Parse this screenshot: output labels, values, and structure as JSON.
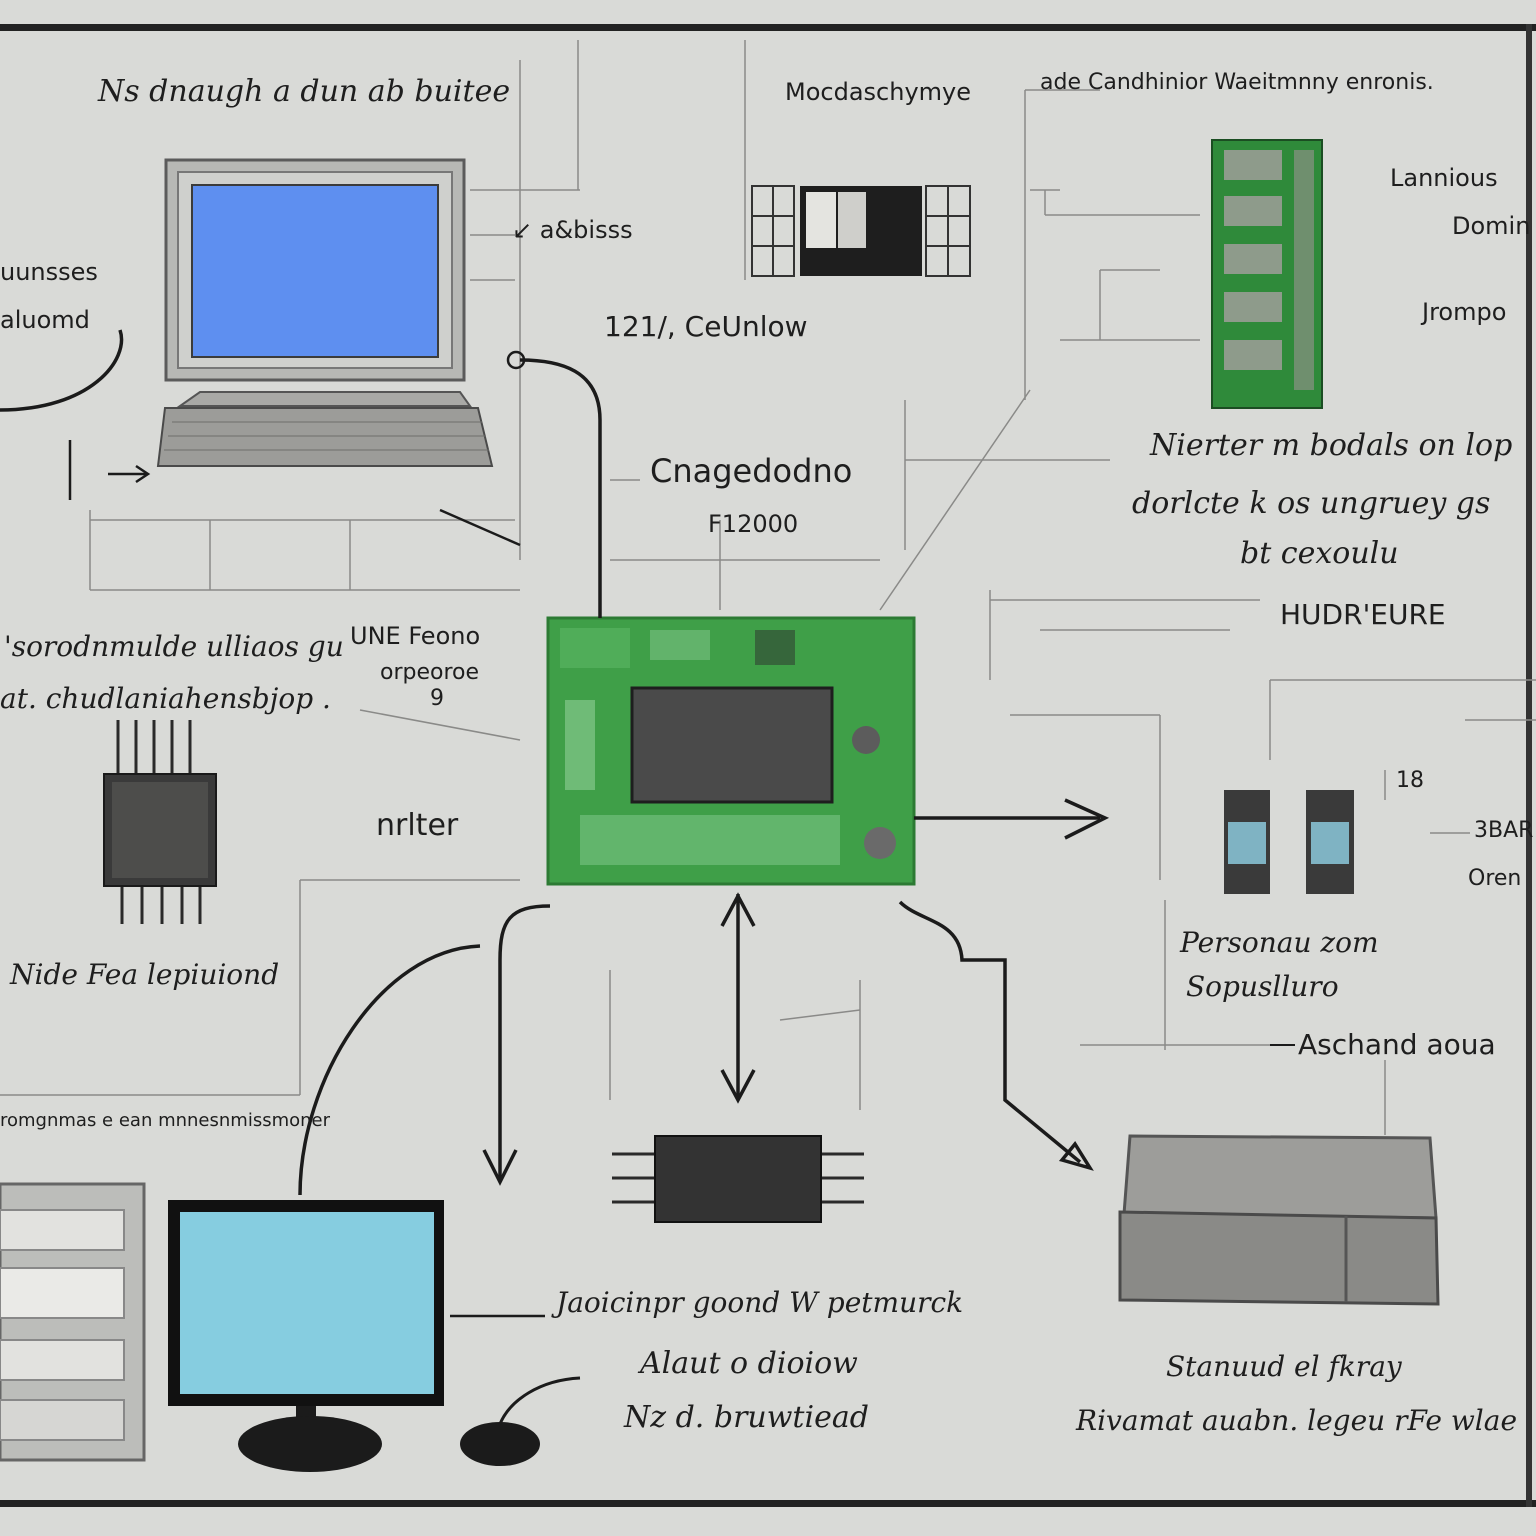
{
  "labels": {
    "top_left_title": "Ns dnaugh a dun ab buitee",
    "top_center_title": "Mocdaschymye",
    "top_right_title": "ade Candhinior Waeitmnny enronis.",
    "abisss": "↙ a&bisss",
    "left_cut_1": "uunsses",
    "left_cut_2": "aluomd",
    "code_1217": "121/, CeUnlow",
    "right_label_1": "Lannious",
    "right_label_2": "Domin",
    "right_label_3": "Jrompo",
    "center_label": "Cnagedodno",
    "center_sub": "F12000",
    "right_desc_1": "Nierter m bodals on lop",
    "right_desc_2": "dorlcte k os ungruey gs",
    "right_desc_3": "bt cexoulu",
    "hdr_label": "HUDR'EURE",
    "left_desc_1": "'sorodnmulde ulliaos gu",
    "left_desc_2": "at. chudlaniahensbjop .",
    "feono_1": "UNE Feono",
    "feono_2": "orpeoroe",
    "nine": "9",
    "nrlter": "nrlter",
    "num_18": "18",
    "num_3bar": "3BAR",
    "oren": "Oren",
    "personal_1": "Personau zom",
    "personal_2": "Sopuslluro",
    "aschand": "Aschand aoua",
    "nide": "Nide Fea lepiuiond",
    "small_caption": "romgnmas e ean mnnesnmissmoner",
    "bottom_center_1": "Jaoicinpr goond W petmurck",
    "bottom_center_2": "Alaut o dioiow",
    "bottom_center_3": "Nz d. bruwtiead",
    "bottom_right_1": "Stanuud el fkray",
    "bottom_right_2": "Rivamat auabn. legeu rFe wlae"
  },
  "colors": {
    "background": "#d9dad7",
    "ink": "#1e1e1e",
    "board_green": "#3f9f48",
    "monitor_blue": "#5e8ff0",
    "monitor_cyan": "#86cde0",
    "chip_dark": "#3a3a3a"
  },
  "icons": [
    "computer-monitor-icon",
    "keyboard-icon",
    "circuit-board-icon",
    "memory-module-icon",
    "ic-chip-icon",
    "lcd-monitor-icon",
    "mouse-icon",
    "battery-icon",
    "storage-drive-icon",
    "server-rack-icon"
  ]
}
